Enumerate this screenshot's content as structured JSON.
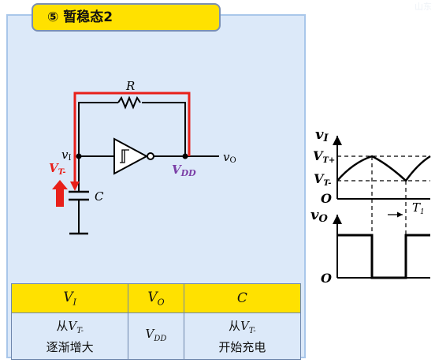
{
  "title": "⑤ 暂稳态2",
  "watermark": "山东",
  "circuit": {
    "resistor": "R",
    "capacitor": "C",
    "input_node": "v",
    "input_sub": "I",
    "output_node": "v",
    "output_sub": "O",
    "threshold": "V",
    "threshold_sub": "T-",
    "supply": "V",
    "supply_sub": "DD"
  },
  "waveform": {
    "vi_main": "v",
    "vi_sub": "I",
    "vtplus_main": "V",
    "vtplus_sub": "T+",
    "vtminus_main": "V",
    "vtminus_sub": "T-",
    "zero_top": "O",
    "vo_main": "v",
    "vo_sub": "O",
    "zero_bottom": "O",
    "t1_main": "T",
    "t1_sub": "1"
  },
  "table": {
    "headers": [
      {
        "main": "V",
        "sub": "I"
      },
      {
        "main": "V",
        "sub": "O"
      },
      {
        "main": "C",
        "sub": ""
      }
    ],
    "cell1_line1_pre": "从",
    "cell1_main": "V",
    "cell1_sub": "T-",
    "cell1_line2": "逐渐增大",
    "cell2_main": "V",
    "cell2_sub": "DD",
    "cell3_line1_pre": "从",
    "cell3_main": "V",
    "cell3_sub": "T-",
    "cell3_line2": "开始充电"
  },
  "colors": {
    "panel_bg": "#dce9f9",
    "tab_bg": "#ffe100",
    "highlight_red": "#e8201a",
    "supply_purple": "#7b3fa6"
  }
}
